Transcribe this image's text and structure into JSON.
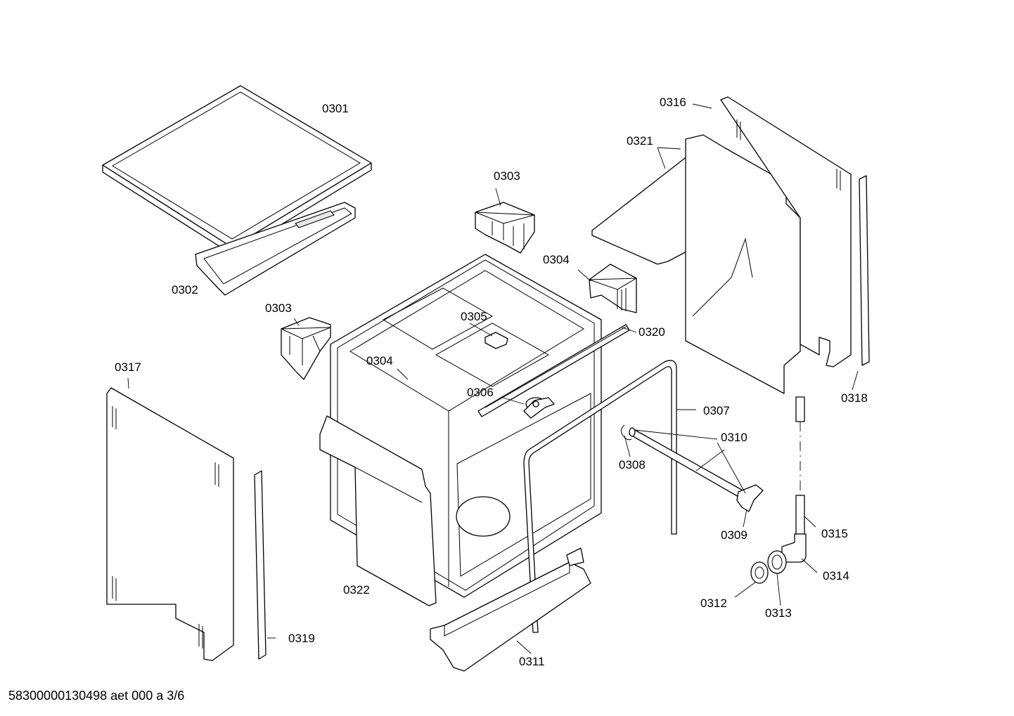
{
  "footer": {
    "drawing_code": "58300000130498 aet 000 a 3/6"
  },
  "labels": {
    "p0301": "0301",
    "p0302": "0302",
    "p0303a": "0303",
    "p0303b": "0303",
    "p0304a": "0304",
    "p0304b": "0304",
    "p0305": "0305",
    "p0306": "0306",
    "p0307": "0307",
    "p0308": "0308",
    "p0309": "0309",
    "p0310": "0310",
    "p0311": "0311",
    "p0312": "0312",
    "p0313": "0313",
    "p0314": "0314",
    "p0315": "0315",
    "p0316": "0316",
    "p0317": "0317",
    "p0318": "0318",
    "p0319": "0319",
    "p0320": "0320",
    "p0321": "0321",
    "p0322": "0322"
  },
  "colors": {
    "line": "#000000",
    "background": "#ffffff"
  }
}
